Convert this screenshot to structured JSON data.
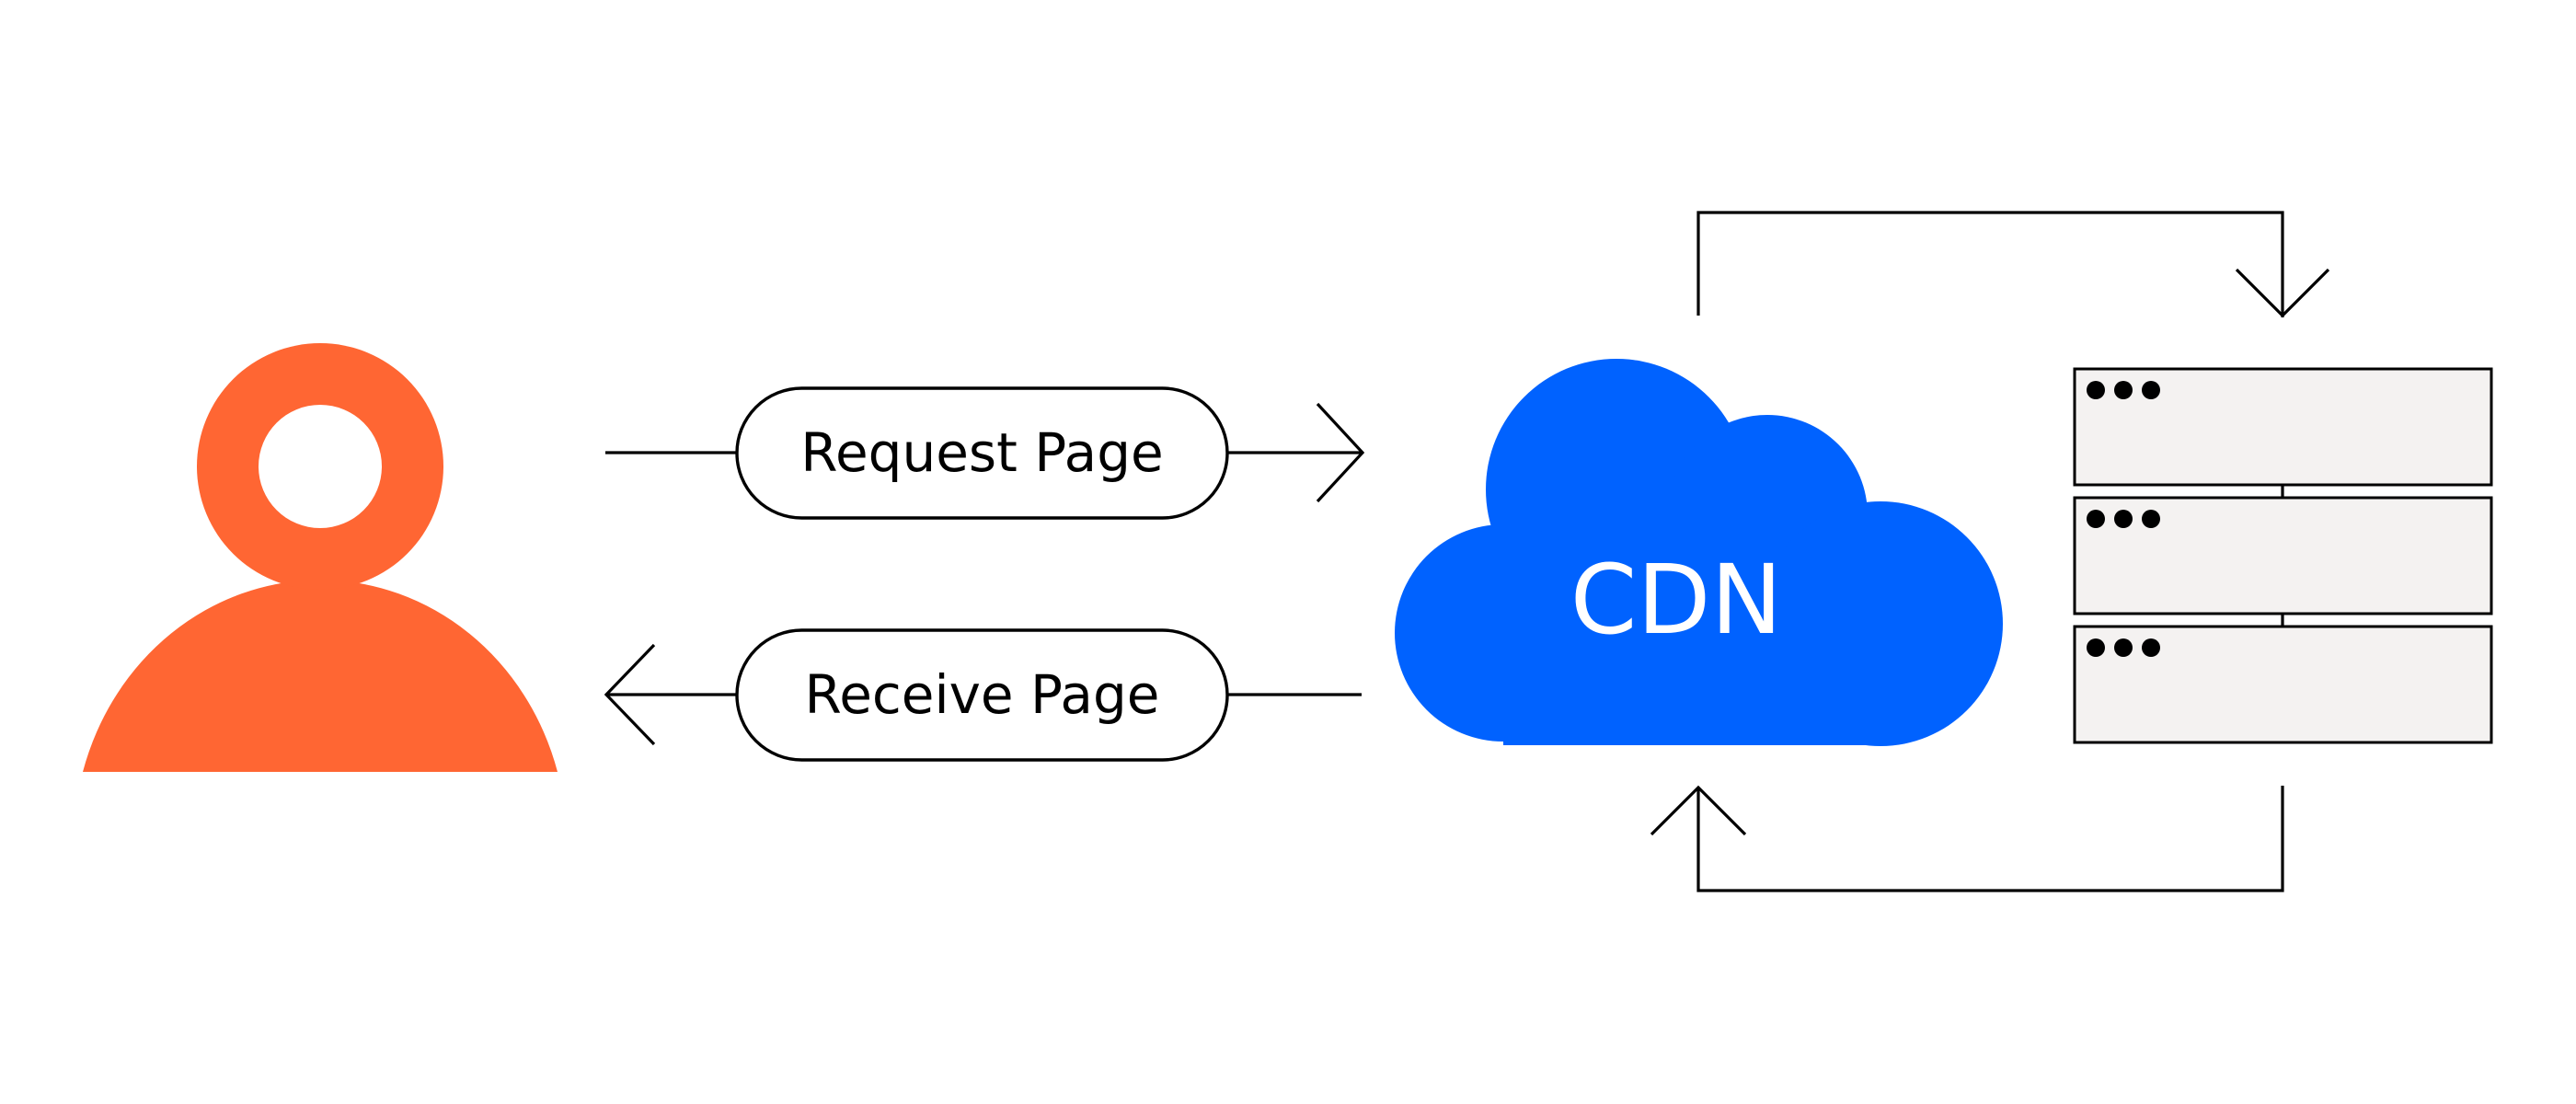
{
  "diagram": {
    "request_label": "Request Page",
    "receive_label": "Receive Page",
    "cdn_label": "CDN"
  },
  "colors": {
    "user": "#FF6633",
    "cdn": "#0062FF",
    "cdn_text": "#FFFFFF",
    "server_fill": "#F4F2F1",
    "line": "#000000"
  },
  "icons": {
    "user": "user-icon",
    "cdn": "cloud-icon",
    "origin": "server-stack-icon"
  }
}
